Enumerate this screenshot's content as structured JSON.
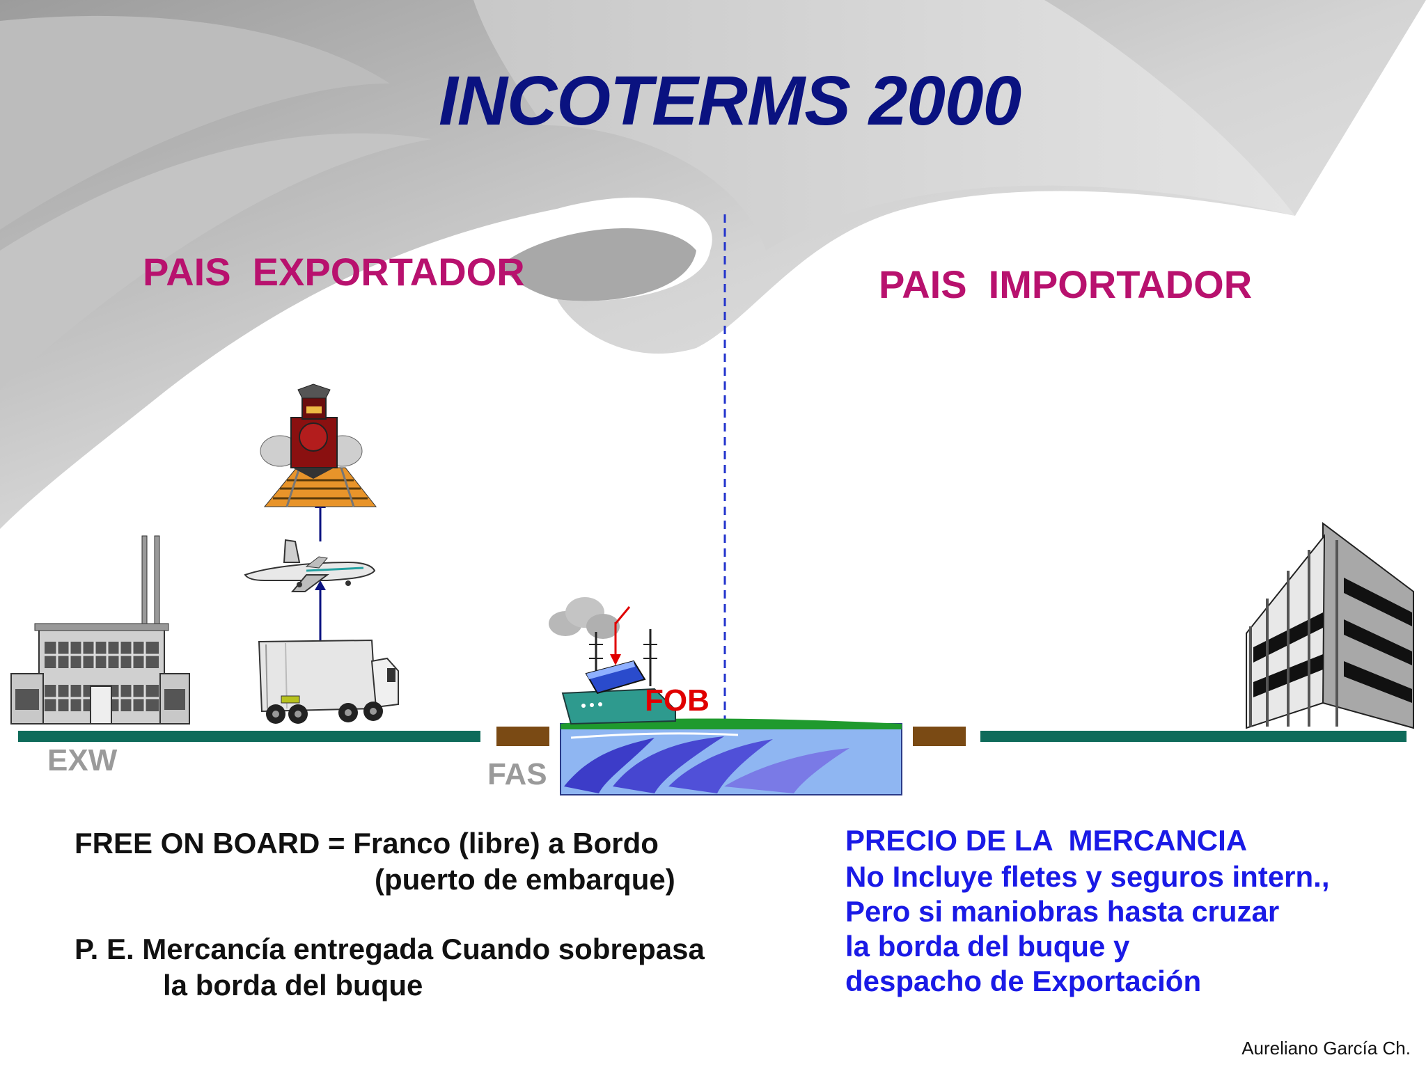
{
  "title": "INCOTERMS 2000",
  "regions": {
    "exporter": "PAIS  EXPORTADOR",
    "importer": "PAIS  IMPORTADOR"
  },
  "terms": {
    "exw": "EXW",
    "fas": "FAS",
    "fob": "FOB"
  },
  "definition": {
    "line1": "FREE ON BOARD = Franco (libre) a Bordo",
    "line2": "(puerto de embarque)",
    "line3": "P. E. Mercancía entregada Cuando sobrepasa",
    "line4": "la borda del buque"
  },
  "price_note": {
    "line1": "PRECIO DE LA  MERCANCIA",
    "line2": "No Incluye fletes y seguros intern.,",
    "line3": "Pero si maniobras hasta cruzar",
    "line4": "la borda del buque y",
    "line5": "despacho de Exportación"
  },
  "credit": "Aureliano García Ch.",
  "icons": [
    "train-icon",
    "airplane-icon",
    "truck-icon",
    "factory-icon",
    "ship-icon",
    "office-building-icon"
  ],
  "colors": {
    "title": "#0a1280",
    "region": "#b8116e",
    "term": "#9a9a9a",
    "fob": "#e00000",
    "note": "#1a1ae6",
    "road": "#0e6b5a",
    "divider": "#2233cc"
  }
}
